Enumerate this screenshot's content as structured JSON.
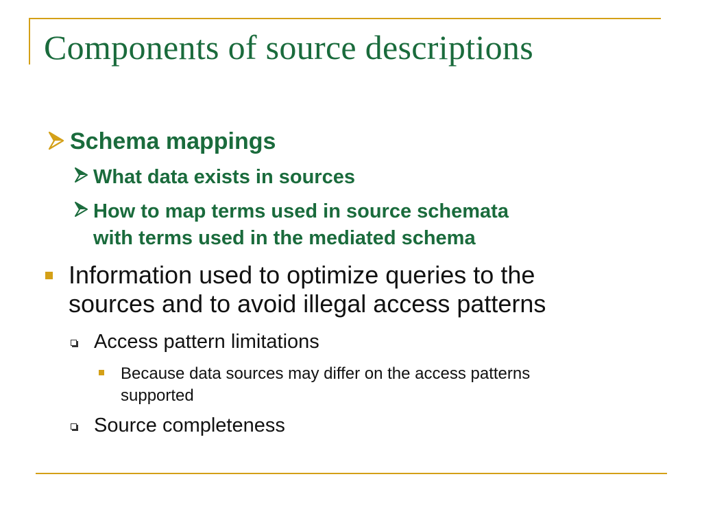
{
  "slide": {
    "title": "Components of source descriptions",
    "accent_color": "#d4a017",
    "title_color": "#1a6b3c",
    "bullets": {
      "schema_mappings": "Schema mappings",
      "what_data_exists": "What data exists in sources",
      "how_to_map_line1": "How to map terms used in source schemata",
      "how_to_map_line2": "with terms used in the mediated schema",
      "information_line1": "Information used to optimize queries to the",
      "information_line2": "sources and to avoid illegal access patterns",
      "access_pattern_limitations": "Access pattern limitations",
      "because_line1": "Because data sources may differ on the access patterns",
      "because_line2": "supported",
      "source_completeness": "Source completeness"
    },
    "icons": {
      "arrow_bullet": "arrow-bullet-icon",
      "square_bullet": "square-bullet-icon",
      "hollow_square_bullet": "hollow-square-bullet-icon"
    }
  }
}
